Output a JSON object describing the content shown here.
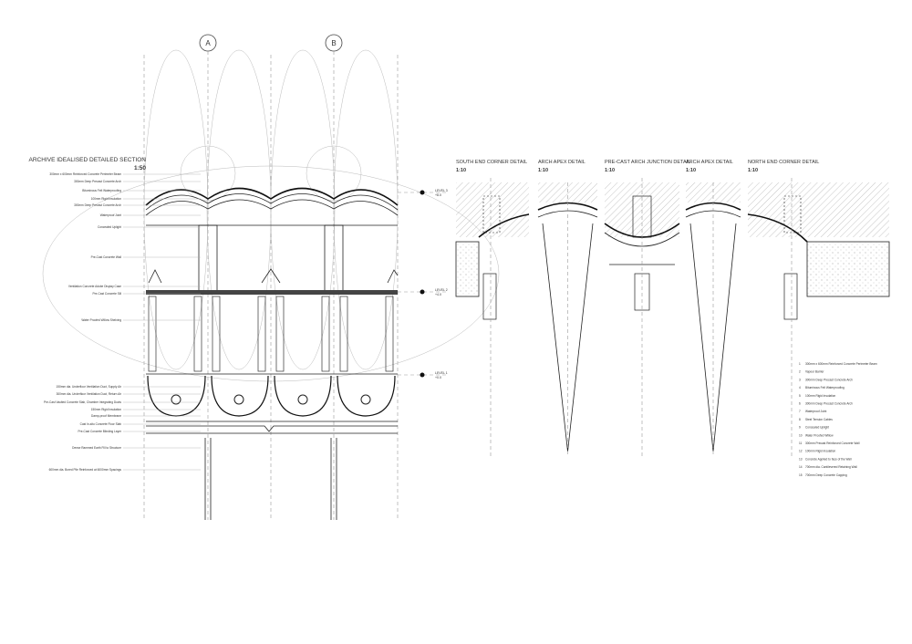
{
  "grid": {
    "a": "A",
    "b": "B"
  },
  "section": {
    "title": "ARCHIVE IDEALISED DETAILED SECTION",
    "scale": "1:50",
    "labels": [
      "300mm x 600mm Reinforced Concrete Perimeter Beam",
      "300mm Deep Precast Concrete Arch",
      "Bituminous Felt Waterproofing",
      "100mm Rigid Insulation",
      "300mm Deep Precast Concrete Arch",
      "Waterproof Joint",
      "Concealed Uplight",
      "Pre-Cast Concrete Wall",
      "Ventilation Concrete Adobe Display Case",
      "Pre-Cast Concrete Sill",
      "Water Proofed Willow Shelving",
      "150mm dia. Underfloor Ventilation Duct, Supply Air",
      "300mm dia. Underfloor Ventilation Duct, Return Air",
      "Pre-Cast Vaulted Concrete Slab, Chamber Integrating Ducts",
      "150mm Rigid Insulation",
      "Damp-proof Membrane",
      "Cast In-situ Concrete Floor Slab",
      "Pre-Cast Concrete Blinding Layer",
      "Dense Rammed Earth Fill to Structure",
      "600mm dia. Bored Pile Reinforced at 6000mm Spacings"
    ],
    "levels": [
      {
        "name": "LEVEL 3",
        "value": "+8.0"
      },
      {
        "name": "LEVEL 2",
        "value": "+4.0"
      },
      {
        "name": "LEVEL 1",
        "value": "+0.0"
      }
    ]
  },
  "details": [
    {
      "title": "SOUTH END CORNER DETAIL",
      "scale": "1:10"
    },
    {
      "title": "ARCH APEX DETAIL",
      "scale": "1:10"
    },
    {
      "title": "PRE-CAST ARCH JUNCTION DETAIL",
      "scale": "1:10"
    },
    {
      "title": "ARCH APEX DETAIL",
      "scale": "1:10"
    },
    {
      "title": "NORTH END CORNER DETAIL",
      "scale": "1:10"
    }
  ],
  "legend": [
    {
      "n": "1",
      "text": "300mm x 600mm Reinforced Concrete Perimeter Beam"
    },
    {
      "n": "2",
      "text": "Vapour Barrier"
    },
    {
      "n": "3",
      "text": "300mm Deep Precast Concrete Arch"
    },
    {
      "n": "4",
      "text": "Bituminous Felt Waterproofing"
    },
    {
      "n": "5",
      "text": "100mm Rigid Insulation"
    },
    {
      "n": "6",
      "text": "300mm Deep Precast Concrete Arch"
    },
    {
      "n": "7",
      "text": "Waterproof Joint"
    },
    {
      "n": "8",
      "text": "Steel Tension Cables"
    },
    {
      "n": "9",
      "text": "Concealed Uplight"
    },
    {
      "n": "10",
      "text": "Water Proofed Willow"
    },
    {
      "n": "11",
      "text": "300mm Precast Reinforced Concrete Wall"
    },
    {
      "n": "12",
      "text": "100mm Rigid Insulation"
    },
    {
      "n": "13",
      "text": "Concrete Applied to face of the Wall"
    },
    {
      "n": "14",
      "text": "700mm dia. Cantilevered Retaining Wall"
    },
    {
      "n": "15",
      "text": "700mm Deep Concrete Capping"
    }
  ]
}
